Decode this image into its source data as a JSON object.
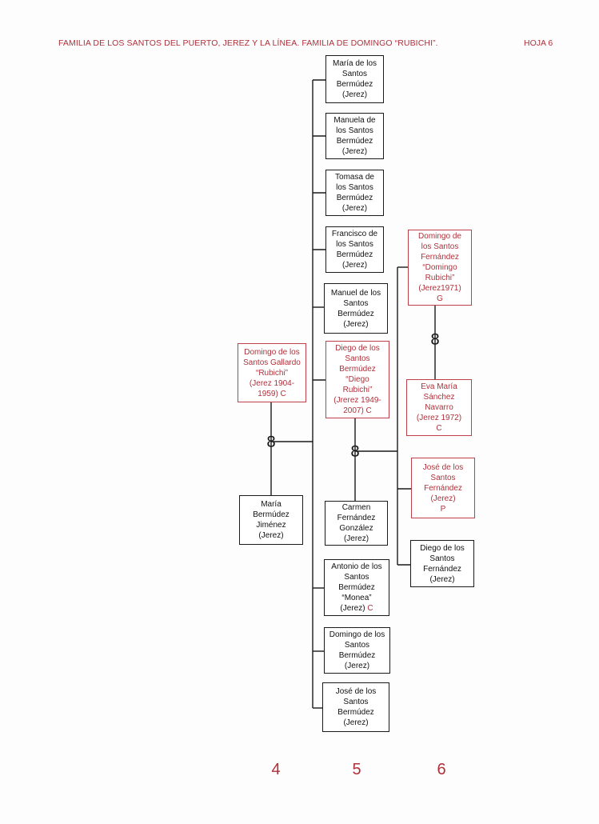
{
  "header": {
    "title": "FAMILIA DE LOS SANTOS DEL PUERTO, JEREZ Y LA LÍNEA. FAMILIA DE DOMINGO “RUBICHI”.",
    "sheet": "HOJA 6"
  },
  "marriage_symbol": "8",
  "persons": {
    "domingo_gallardo": "Domingo de los\nSantos Gallardo\n“Rubichi”\n(Jerez 1904-\n1959)  C",
    "maria_bermudez_jimenez": "María\nBermúdez\nJiménez\n(Jerez)",
    "maria": "María de los\nSantos\nBermúdez\n(Jerez)",
    "manuela": "Manuela de\nlos Santos\nBermúdez\n(Jerez)",
    "tomasa": "Tomasa de\nlos Santos\nBermúdez\n(Jerez)",
    "francisco": "Francisco de\nlos Santos\nBermúdez\n(Jerez)",
    "manuel": "Manuel de los\nSantos\nBermúdez\n(Jerez)",
    "diego": "Diego de los\nSantos\nBermúdez\n“Diego\nRubichi”\n(Jrerez 1949-\n2007)  C",
    "carmen": "Carmen\nFernández\nGonzález\n(Jerez)",
    "antonio_name": "Antonio de los\nSantos\nBermúdez\n“Monea”\n(Jerez)",
    "antonio_status": "C",
    "domingo_bermudez": "Domingo de los\nSantos\nBermúdez\n(Jerez)",
    "jose_bermudez": "José de los\nSantos\nBermúdez\n(Jerez)",
    "domingo_rubichi": "Domingo de\nlos Santos\nFernández\n“Domingo\nRubichi”\n(Jerez1971)\nG",
    "eva": "Eva María\nSánchez\nNavarro\n(Jerez 1972)\nC",
    "jose_fernandez": "José de los\nSantos\nFernández\n(Jerez)\nP",
    "diego_fernandez": "Diego de los\nSantos\nFernández\n(Jerez)"
  },
  "generations": [
    "4",
    "5",
    "6"
  ],
  "colors": {
    "accent": "#b0303a",
    "line": "#1a1a1a"
  }
}
